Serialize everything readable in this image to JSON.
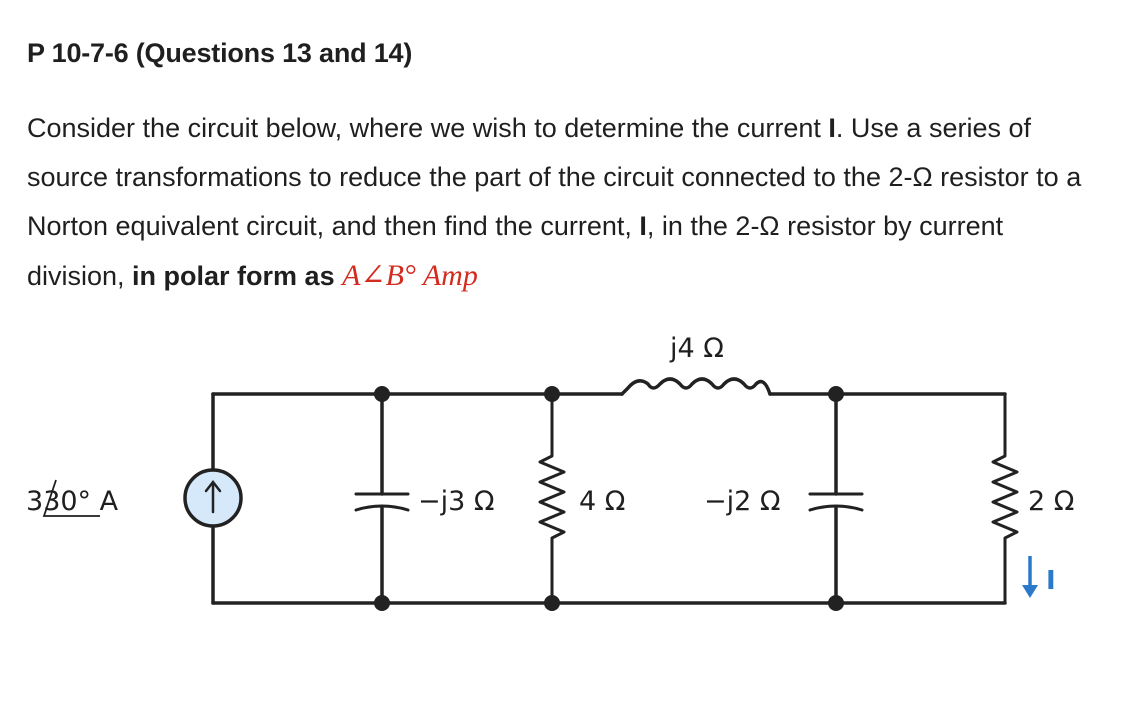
{
  "problem": {
    "title": "P 10-7-6 (Questions 13 and 14)",
    "para_1": "Consider the circuit below, where we wish to determine the current ",
    "current_bold": "I",
    "para_2": ". Use a series of source transformations to reduce the part of the circuit connected to the 2-Ω resistor to a Norton equivalent circuit, and then find the current, ",
    "para_3": ", in the 2-Ω resistor by current division, ",
    "polar_bold": "in polar form as",
    "polar_expr": "A∠B° Amp"
  },
  "circuit": {
    "inductor_label": "j4 Ω",
    "source_label_mag": "3",
    "source_label_angle": "30°",
    "source_label_unit": " A",
    "cap1_label": "−j3 Ω",
    "res1_label": "4 Ω",
    "cap2_label": "−j2 Ω",
    "res2_label": "2 Ω",
    "current_label": "I",
    "colors": {
      "wire": "#222222",
      "source_fill": "#d6e9fb",
      "arrow": "#2a7ac9",
      "text": "#1f1f1f"
    }
  }
}
